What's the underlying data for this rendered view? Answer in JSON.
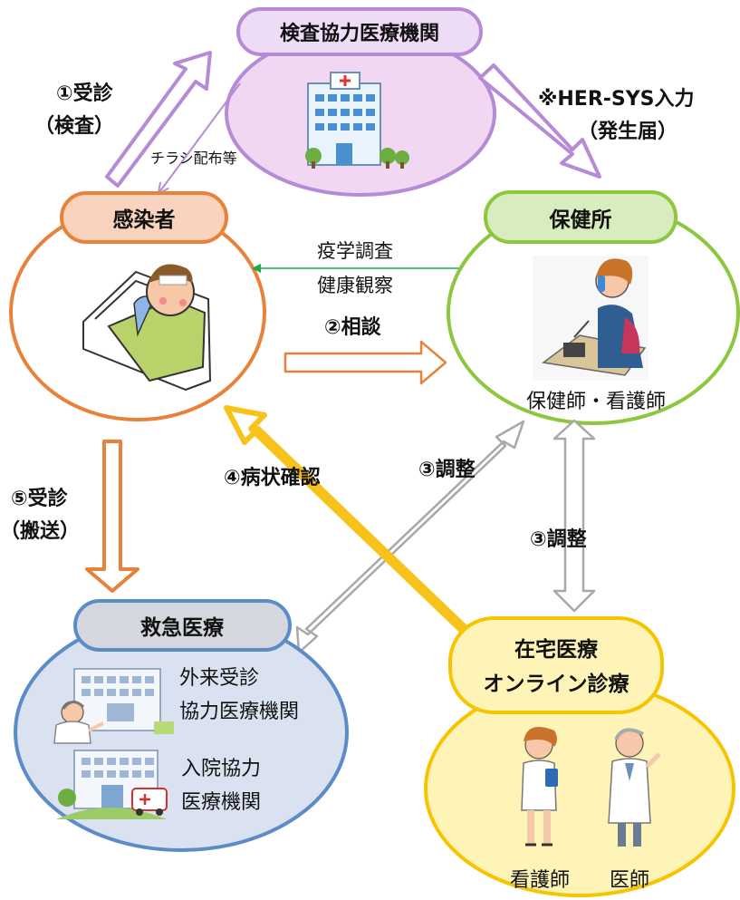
{
  "nodes": {
    "clinic": {
      "title": "検査協力医療機関"
    },
    "patient": {
      "title": "感染者"
    },
    "health_center": {
      "title": "保健所",
      "staff": "保健師・看護師"
    },
    "emergency": {
      "title": "救急医療",
      "facility1_line1": "外来受診",
      "facility1_line2": "協力医療機関",
      "facility2_line1": "入院協力",
      "facility2_line2": "医療機関"
    },
    "home_care": {
      "title_line1": "在宅医療",
      "title_line2": "オンライン診療",
      "nurse": "看護師",
      "doctor": "医師"
    }
  },
  "edges": {
    "visit_test_line1": "①受診",
    "visit_test_line2": "（検査）",
    "flyer": "チラシ配布等",
    "hersys_line1": "※HER-SYS入力",
    "hersys_line2": "（発生届）",
    "survey_line1": "疫学調査",
    "survey_line2": "健康観察",
    "consult": "②相談",
    "adjust_diag": "③調整",
    "adjust_vert": "③調整",
    "symptom_check": "④病状確認",
    "transport_line1": "⑤受診",
    "transport_line2": "（搬送）"
  },
  "colors": {
    "clinic_fill": "#F2D7F2",
    "clinic_stroke": "#B58BD8",
    "patient_stroke": "#E8823A",
    "patient_pill": "#F9D3BD",
    "hc_stroke": "#8DC63F",
    "hc_pill": "#D9ECBE",
    "em_fill": "#DAE1F0",
    "em_stroke": "#5B8CC8",
    "em_pill": "#D4D8DE",
    "home_fill": "#FFF4B8",
    "home_stroke": "#F6C400",
    "arrow_yellow": "#F7C21A",
    "arrow_gray": "#A8A8A8",
    "arrow_green": "#1EA74B"
  }
}
